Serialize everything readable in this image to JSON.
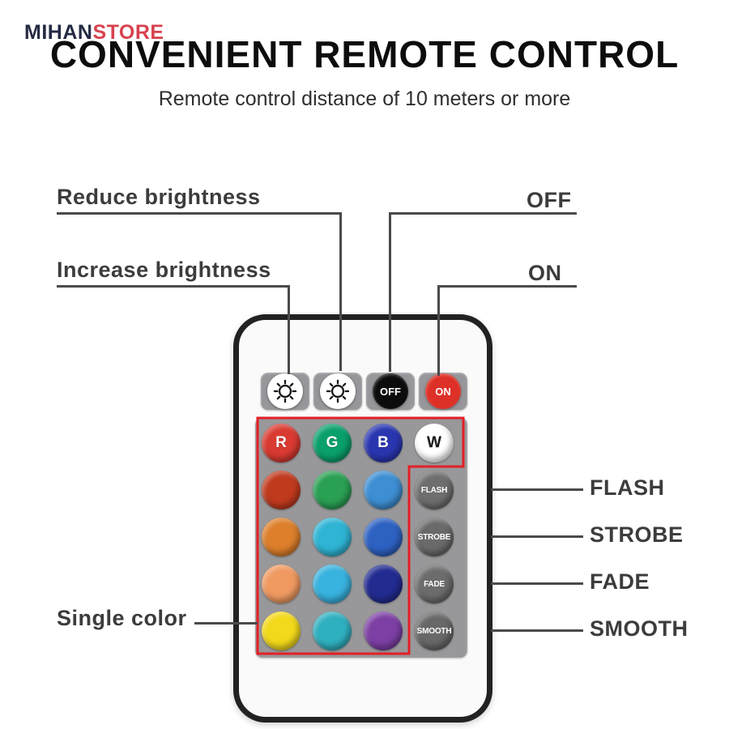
{
  "logo": {
    "mihan": "MIHAN",
    "store": "STORE"
  },
  "header": {
    "title": "CONVENIENT REMOTE CONTROL",
    "subtitle": "Remote control distance of 10 meters or more"
  },
  "annotations": {
    "reduce_brightness": "Reduce brightness",
    "increase_brightness": "Increase brightness",
    "off": "OFF",
    "on": "ON",
    "flash": "FLASH",
    "strobe": "STROBE",
    "fade": "FADE",
    "smooth": "SMOOTH",
    "single_color": "Single color"
  },
  "remote": {
    "outline_color": "#e31f26",
    "top_buttons": [
      {
        "name": "increase-brightness-button",
        "icon": "brightness-icon",
        "circle_color": "#ffffff"
      },
      {
        "name": "reduce-brightness-button",
        "icon": "brightness-icon",
        "circle_color": "#ffffff"
      },
      {
        "name": "off-button",
        "label": "OFF",
        "circle_color": "#0c0c0c",
        "text_color": "#ffffff"
      },
      {
        "name": "on-button",
        "label": "ON",
        "circle_color": "#dd3128",
        "text_color": "#ffffff"
      }
    ],
    "color_grid": {
      "rows": [
        [
          {
            "name": "color-button-R",
            "label": "R",
            "color": "#d93a31",
            "text_color": "#ffffff"
          },
          {
            "name": "color-button-G",
            "label": "G",
            "color": "#0aa06b",
            "text_color": "#ffffff"
          },
          {
            "name": "color-button-B",
            "label": "B",
            "color": "#2936b0",
            "text_color": "#ffffff"
          },
          {
            "name": "color-button-W",
            "label": "W",
            "color": "#ffffff",
            "text_color": "#1a1a1a"
          }
        ],
        [
          {
            "name": "color-button-darkred",
            "color": "#c03a1e"
          },
          {
            "name": "color-button-green",
            "color": "#2aa054"
          },
          {
            "name": "color-button-lightblue",
            "color": "#3d8ed2"
          },
          {
            "name": "flash-button",
            "label": "FLASH",
            "color": "#6e6e6e",
            "text_color": "#ffffff",
            "mode": true
          }
        ],
        [
          {
            "name": "color-button-orange",
            "color": "#dd7f2b"
          },
          {
            "name": "color-button-cyan",
            "color": "#2fb4d4"
          },
          {
            "name": "color-button-mediumblue",
            "color": "#2d61c2"
          },
          {
            "name": "strobe-button",
            "label": "STROBE",
            "color": "#6a6a6a",
            "text_color": "#ffffff",
            "mode": true
          }
        ],
        [
          {
            "name": "color-button-peach",
            "color": "#f09a62"
          },
          {
            "name": "color-button-sky",
            "color": "#38b2de"
          },
          {
            "name": "color-button-navy",
            "color": "#222b90"
          },
          {
            "name": "fade-button",
            "label": "FADE",
            "color": "#6c6c6c",
            "text_color": "#ffffff",
            "mode": true
          }
        ],
        [
          {
            "name": "color-button-yellow",
            "color": "#f3d91b"
          },
          {
            "name": "color-button-teal",
            "color": "#2fb0c0"
          },
          {
            "name": "color-button-purple",
            "color": "#7d3fa4"
          },
          {
            "name": "smooth-button",
            "label": "SMOOTH",
            "color": "#686868",
            "text_color": "#ffffff",
            "mode": true
          }
        ]
      ]
    }
  }
}
